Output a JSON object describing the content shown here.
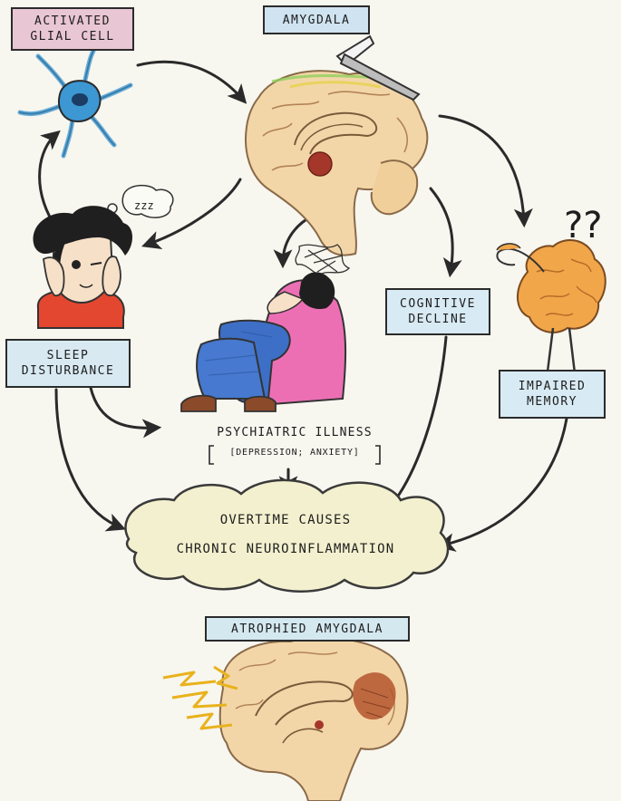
{
  "labels": {
    "glial_line1": "Activated",
    "glial_line2": "Glial Cell",
    "amygdala": "Amygdala",
    "sleep_line1": "Sleep",
    "sleep_line2": "Disturbance",
    "cognitive_line1": "Cognitive",
    "cognitive_line2": "Decline",
    "memory_line1": "Impaired",
    "memory_line2": "Memory",
    "psych_line1": "Psychiatric Illness",
    "psych_line2": "[Depression; Anxiety]",
    "cloud_line1": "Overtime causes",
    "cloud_line2": "Chronic Neuroinflammation",
    "atrophied": "Atrophied Amygdala",
    "zzz": "zzz",
    "question_marks": "??"
  },
  "colors": {
    "glial_label_bg": "#e9c6d3",
    "amygdala_label_bg": "#cfe3f0",
    "sleep_label_bg": "#d8e9f2",
    "cognitive_label_bg": "#d8eaf3",
    "memory_label_bg": "#d8eaf3",
    "atrophied_label_bg": "#d4e8f0",
    "cloud_fill": "#f3f0cf",
    "brain": "#f3d6a8",
    "amygdala_dot": "#a5372a",
    "glial_cell": "#3c97d3",
    "hoodie": "#ec6fb4",
    "jeans": "#3d6fc6",
    "hair": "#1f1f1f",
    "lightning": "#e9b21d",
    "atrophy_patch": "#b4552d"
  }
}
